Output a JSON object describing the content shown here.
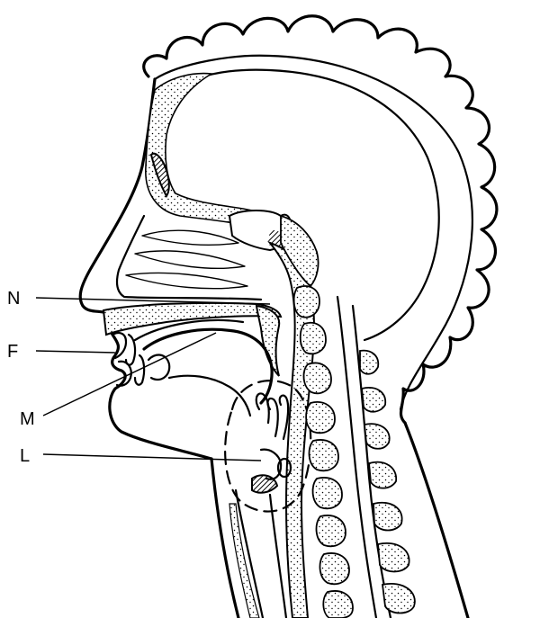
{
  "diagram": {
    "labels": [
      {
        "id": "N",
        "text": "N"
      },
      {
        "id": "F",
        "text": "F"
      },
      {
        "id": "M",
        "text": "M"
      },
      {
        "id": "L",
        "text": "L"
      }
    ]
  },
  "colors": {
    "ink": "#000000",
    "background": "#ffffff"
  }
}
